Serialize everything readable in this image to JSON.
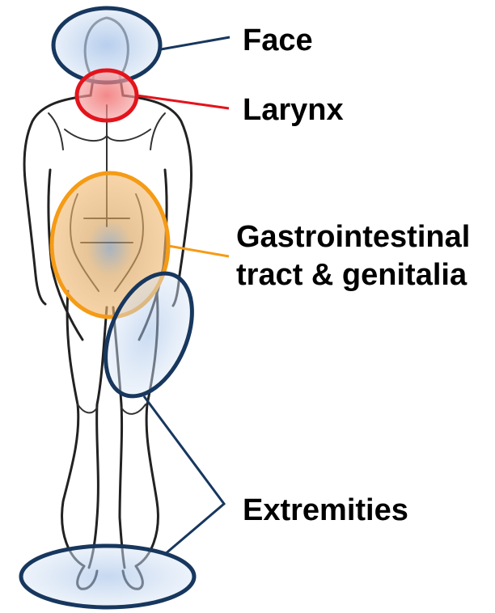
{
  "regions": [
    {
      "id": "face",
      "label": "Face",
      "color": "#17375e",
      "fill": "#c8d9f0"
    },
    {
      "id": "larynx",
      "label": "Larynx",
      "color": "#e3141c",
      "fill": "#f28a8a"
    },
    {
      "id": "gi",
      "label_lines": [
        "Gastrointestinal",
        "tract & genitalia"
      ],
      "color": "#f59b16",
      "fill": "#f2b35a"
    },
    {
      "id": "extremities",
      "label": "Extremities",
      "color": "#17375e",
      "fill": "#c8d9f0"
    }
  ]
}
